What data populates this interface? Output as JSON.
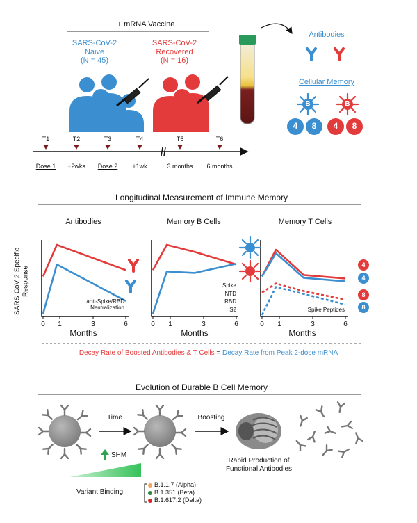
{
  "study": {
    "vaccine_label": "+ mRNA Vaccine",
    "naive": {
      "name": "SARS-CoV-2",
      "status": "Naive",
      "n": "(N = 45)"
    },
    "recovered": {
      "name": "SARS-CoV-2",
      "status": "Recovered",
      "n": "(N = 16)"
    }
  },
  "timeline": {
    "points": [
      "T1",
      "T2",
      "T3",
      "T4",
      "T5",
      "T6"
    ],
    "labels": [
      "Dose 1",
      "+2wks",
      "Dose 2",
      "+1wk",
      "3 months",
      "6 months"
    ]
  },
  "outputs": {
    "antibodies": "Antibodies",
    "cellular_memory": "Cellular Memory",
    "b_label": "B",
    "cd4": "4",
    "cd8": "8"
  },
  "measurement": {
    "title": "Longitudinal Measurement of Immune Memory",
    "y_axis": "SARS-CoV-2-Specific Response",
    "x_axis": "Months",
    "panels": [
      {
        "title": "Antibodies",
        "note1": "anti-Spike/RBD",
        "note2": "Neutralization"
      },
      {
        "title": "Memory B Cells",
        "targets": [
          "Spike",
          "NTD",
          "RBD",
          "S2"
        ]
      },
      {
        "title": "Memory T Cells",
        "note1": "Spike Peptides"
      }
    ],
    "ticks": [
      "0",
      "1",
      "3",
      "6"
    ],
    "decay_left": "Decay Rate of Boosted Antibodies & T Cells",
    "decay_eq": "=",
    "decay_right": "Decay Rate from Peak 2-dose mRNA"
  },
  "chart_data": [
    {
      "type": "line",
      "title": "Antibodies",
      "xlabel": "Months",
      "x": [
        0,
        1,
        6
      ],
      "series": [
        {
          "values": [
            0.55,
            1.0,
            0.64
          ]
        },
        {
          "values": [
            0.02,
            0.72,
            0.2
          ]
        }
      ]
    },
    {
      "type": "line",
      "title": "Memory B Cells",
      "xlabel": "Months",
      "x": [
        0,
        1,
        3,
        6
      ],
      "series": [
        {
          "values": [
            0.64,
            1.0,
            0.9,
            0.72
          ]
        },
        {
          "values": [
            0.02,
            0.62,
            0.6,
            0.73
          ]
        }
      ]
    },
    {
      "type": "line",
      "title": "Memory T Cells",
      "xlabel": "Months",
      "x": [
        0,
        1,
        3,
        6
      ],
      "series": [
        {
          "values": [
            0.55,
            0.93,
            0.57,
            0.52
          ]
        },
        {
          "values": [
            0.55,
            0.88,
            0.53,
            0.48
          ]
        },
        {
          "values": [
            0.32,
            0.45,
            0.34,
            0.22
          ]
        },
        {
          "values": [
            0.0,
            0.4,
            0.3,
            0.15
          ]
        }
      ]
    }
  ],
  "evolution": {
    "title": "Evolution of Durable B Cell Memory",
    "time_label": "Time",
    "shm_label": "SHM",
    "boosting_label": "Boosting",
    "rapid_line1": "Rapid Production of",
    "rapid_line2": "Functional Antibodies",
    "variant_label": "Variant Binding",
    "variants": [
      {
        "name": "B.1.1.7 (Alpha)",
        "color": "#f2a65a"
      },
      {
        "name": "B.1.351 (Beta)",
        "color": "#2e8b3d"
      },
      {
        "name": "B.1.617.2 (Delta)",
        "color": "#d42a2a"
      }
    ]
  },
  "colors": {
    "red": "#e33b3b",
    "blue": "#3b8fd0",
    "green": "#35c25a"
  }
}
